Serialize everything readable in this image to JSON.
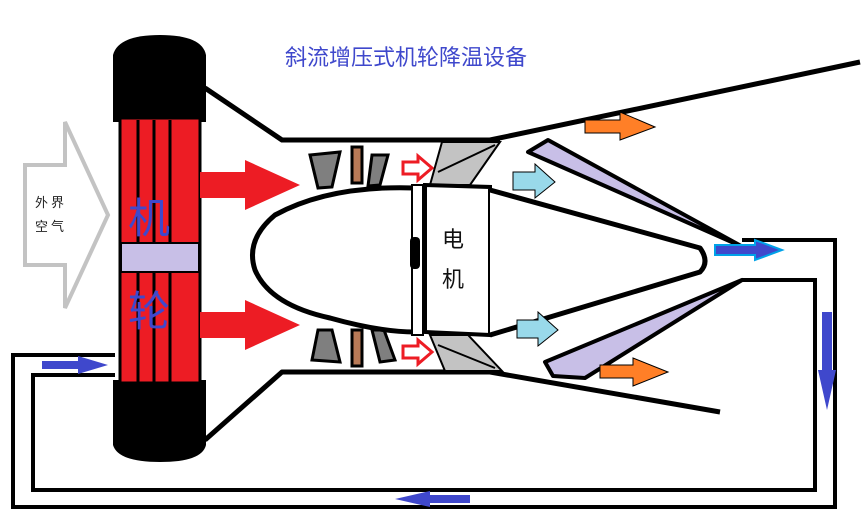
{
  "title": "斜流增压式机轮降温设备",
  "labels": {
    "air_line1": "外界",
    "air_line2": "空气",
    "wheel_char1": "机",
    "wheel_char2": "轮",
    "motor_char1": "电",
    "motor_char2": "机"
  },
  "colors": {
    "hot_air": "#ed1c24",
    "cooling_air": "#99d9ea",
    "exhaust": "#ff7f27",
    "coolant_flow": "#3f48cc",
    "nozzle": "#c8bfe7",
    "wheel_band": "#c8bfe7"
  }
}
